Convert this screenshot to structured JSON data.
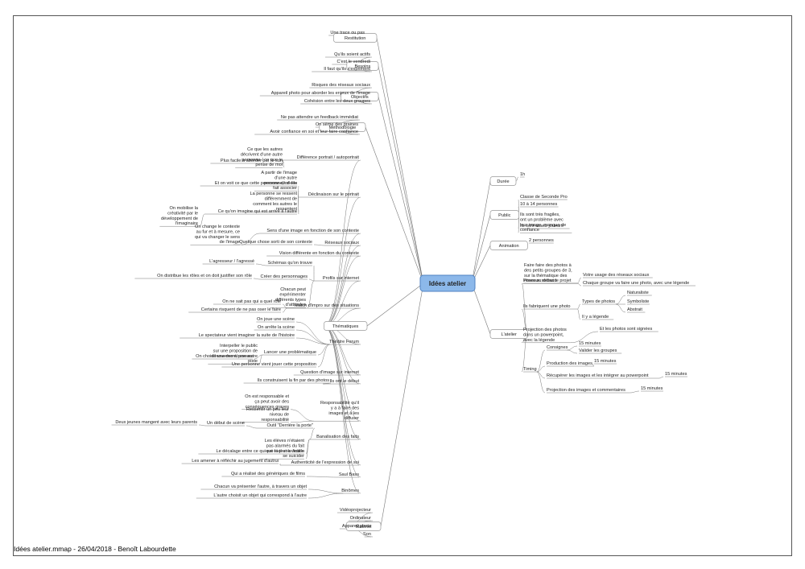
{
  "footer": "Idées atelier.mmap - 26/04/2018 - Benoît Labourdette",
  "colors": {
    "central_fill": "#8cb8ea",
    "central_stroke": "#4f82c2",
    "line": "#777777",
    "branch_stroke": "#999999"
  },
  "central": "Idées atelier",
  "left": [
    {
      "label": "Restitution",
      "children": [
        {
          "label": "Une trace ou pas"
        }
      ]
    },
    {
      "label": "Besoins",
      "children": [
        {
          "label": "Qu'ils soient actifs"
        },
        {
          "label": "C'est le vendredi"
        },
        {
          "label": "Il faut qu'ils s'expriment"
        }
      ]
    },
    {
      "label": "Objectifs",
      "children": [
        {
          "label": "Risques des réseaux sociaux"
        },
        {
          "label": "Appareil photo pour aborder les enjeux de l'image"
        },
        {
          "label": "Cohésion entre les deux groupes"
        }
      ]
    },
    {
      "label": "Méthodologie",
      "children": [
        {
          "label": "Ne pas attendre un feedback immédiat"
        },
        {
          "label": "On sème des graines"
        },
        {
          "label": "Avoir confiance en soi et leur faire confiance"
        }
      ]
    },
    {
      "label": "Thématiques",
      "children": [
        {
          "label": "Différence portrait / autoportrait",
          "children": [
            {
              "label": "Ce que les autres décrivent d'une autre personne / ce que je pense de moi"
            },
            {
              "label": "Plus facile à aborder par le son"
            }
          ]
        },
        {
          "label": "Déclinaison sur le portrait",
          "children": [
            {
              "label": "A partir de l'image d'une autre personne, on les fait associer"
            },
            {
              "label": "Et on voit ce que cette personne dit d'elle"
            },
            {
              "label": "La personne se ressent différemment de comment les autres le ressentent"
            },
            {
              "label": "Ce qu'on imagine qui est arrivé à l'autre",
              "children": [
                {
                  "label": "On mobilise la créativité par le développement de l'imaginaire"
                }
              ]
            }
          ]
        },
        {
          "label": "Sens d'une image en fonction de son contexte",
          "children": [
            {
              "label": "On change le contexte au fur et à mesure, ce qui va changer le sens de l'image"
            }
          ]
        },
        {
          "label": "Réseaux sociaux",
          "children": [
            {
              "label": "Quelque chose sorti de son contexte"
            }
          ]
        },
        {
          "label": "Vision différente en fonction du contexte"
        },
        {
          "label": "Profils sur internet",
          "children": [
            {
              "label": "Schémas qu'on trouve",
              "children": [
                {
                  "label": "L'agresseur / l'agressé"
                }
              ]
            },
            {
              "label": "Créer des personnages",
              "children": [
                {
                  "label": "On distribue les rôles et on doit justifier son rôle"
                }
              ]
            },
            {
              "label": "Chacun peut expérimenter différents types d'attitudes"
            }
          ]
        },
        {
          "label": "Match d'impro sur des situations",
          "children": [
            {
              "label": "On ne sait pas qui a quel rôle"
            },
            {
              "label": "Certains risquent de ne pas oser le faire"
            }
          ]
        },
        {
          "label": "Théâtre Forum",
          "children": [
            {
              "label": "On joue une scène"
            },
            {
              "label": "On arrête la scène"
            },
            {
              "label": "Le spectateur vient imaginer la suite de l'histoire"
            },
            {
              "label": "Lancer une problématique",
              "children": [
                {
                  "label": "Interpeller le public sur une proposition de dénouement, une autre piste"
                },
                {
                  "label": "On choisit une des réponses"
                }
              ]
            },
            {
              "label": "Une personne vient jouer cette proposition"
            }
          ]
        },
        {
          "label": "Question d'image sur internet"
        },
        {
          "label": "Ils ont le début",
          "children": [
            {
              "label": "Ils construisent la fin par des photos"
            }
          ]
        },
        {
          "label": "Responsabilité qu'il y a à faire des images et à les diffuser",
          "children": [
            {
              "label": "On est responsable et ça peut avoir des conséquences graves"
            },
            {
              "label": "Ressentir un peu leur niveau de responsabilité"
            }
          ]
        },
        {
          "label": "Banalisation des faits",
          "children": [
            {
              "label": "Outil \"Derrière la porte\"",
              "children": [
                {
                  "label": "Un début de scène",
                  "children": [
                    {
                      "label": "Deux jeunes mangent avec leurs parents"
                    }
                  ]
                }
              ]
            },
            {
              "label": "Les élèves n'étaient pas alarmés du fait que la jeune veuille se suicider"
            },
            {
              "label": "Le décalage entre ce qui est réel et la fiction"
            }
          ]
        },
        {
          "label": "Authenticité de l'expression de soi",
          "children": [
            {
              "label": "Les amener à réfléchir au jugement d'autrui"
            }
          ]
        },
        {
          "label": "Saul Bass",
          "children": [
            {
              "label": "Qui a réalisé des génériques de films"
            }
          ]
        },
        {
          "label": "Binômes",
          "children": [
            {
              "label": "Chacun va présenter l'autre, à travers un objet"
            },
            {
              "label": "L'autre choisit un objet qui correspond à l'autre"
            }
          ]
        }
      ]
    },
    {
      "label": "Matériel",
      "children": [
        {
          "label": "Vidéoprojecteur"
        },
        {
          "label": "Ordinateur"
        },
        {
          "label": "Appareil photo"
        },
        {
          "label": "Son"
        }
      ]
    }
  ],
  "right": [
    {
      "label": "Durée",
      "children": [
        {
          "label": "1h"
        }
      ]
    },
    {
      "label": "Public",
      "children": [
        {
          "label": "Classe de Seconde Pro"
        },
        {
          "label": "10 à 14 personnes"
        },
        {
          "label": "Ils sont très fragiles, ont un problème avec leur image, manque de confiance"
        },
        {
          "label": "Ils sont assez joueurs"
        }
      ]
    },
    {
      "label": "Animation",
      "children": [
        {
          "label": "2 personnes"
        }
      ]
    },
    {
      "label": "L'atelier",
      "children": [
        {
          "label": "Poser au début le projet",
          "children": [
            {
              "label": "Faire faire des photos à des petits groupes de 3, sur la thématique des réseaux sociaux"
            },
            {
              "label": "Votre usage des réseaux sociaux"
            },
            {
              "label": "Chaque groupe va faire une photo, avec une légende"
            }
          ]
        },
        {
          "label": "Ils fabriquent une photo",
          "children": [
            {
              "label": "Types de photos",
              "children": [
                {
                  "label": "Naturaliste"
                },
                {
                  "label": "Symboliste"
                },
                {
                  "label": "Abstrait"
                }
              ]
            },
            {
              "label": "Il y a légende"
            }
          ]
        },
        {
          "label": "Projection des photos dans un powerpoint, avec la légende",
          "children": [
            {
              "label": "Et les photos sont signées"
            }
          ]
        },
        {
          "label": "Timing",
          "children": [
            {
              "label": "Consignes",
              "children": [
                {
                  "label": "15 minutes"
                },
                {
                  "label": "Valider les groupes"
                }
              ]
            },
            {
              "label": "Production des images",
              "children": [
                {
                  "label": "15 minutes"
                }
              ]
            },
            {
              "label": "Récupérer les images et les intégrer au powerpoint",
              "children": [
                {
                  "label": "15 minutes"
                }
              ]
            },
            {
              "label": "Projection des images et commentaires",
              "children": [
                {
                  "label": "15 minutes"
                }
              ]
            }
          ]
        }
      ]
    }
  ]
}
